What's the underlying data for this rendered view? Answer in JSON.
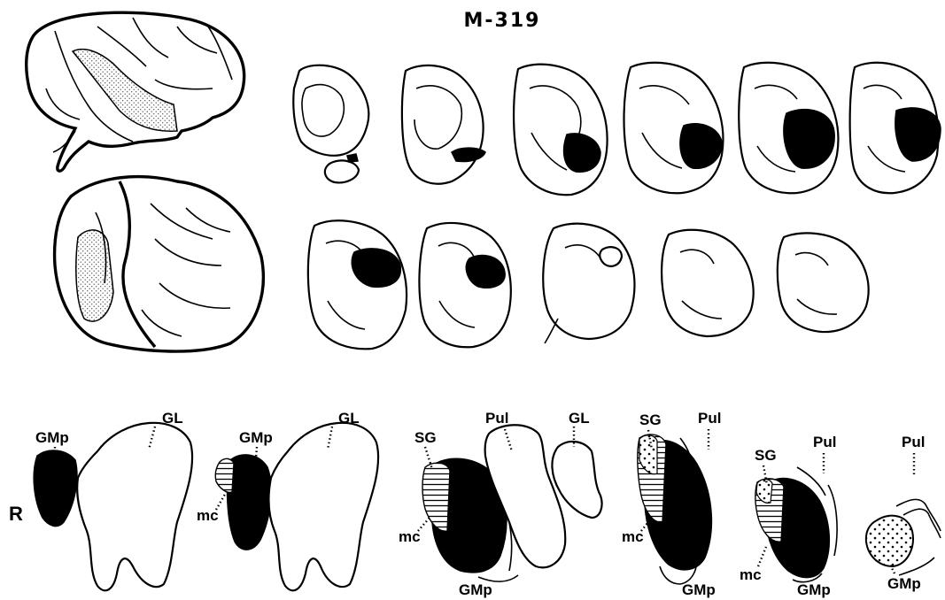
{
  "figure": {
    "title": "M-319",
    "side_label": "R",
    "colors": {
      "ink": "#000000",
      "background": "#ffffff",
      "stipple": "#9a9a9a"
    },
    "panels": [
      {
        "labels": [
          "GMp",
          "GL"
        ]
      },
      {
        "labels": [
          "GMp",
          "GL",
          "mc"
        ]
      },
      {
        "labels": [
          "SG",
          "Pul",
          "GL",
          "mc",
          "GMp"
        ]
      },
      {
        "labels": [
          "SG",
          "Pul",
          "mc",
          "GMp"
        ]
      },
      {
        "labels": [
          "SG",
          "Pul",
          "mc",
          "GMp"
        ]
      },
      {
        "labels": [
          "Pul",
          "GMp"
        ]
      }
    ]
  }
}
